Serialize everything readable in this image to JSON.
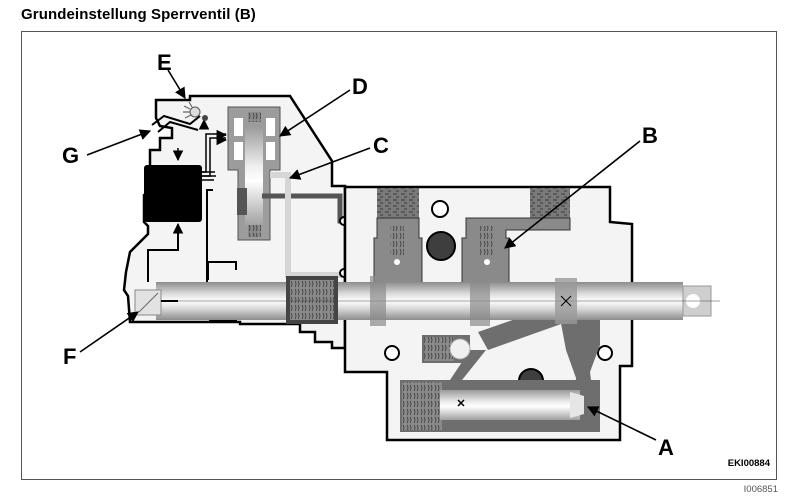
{
  "title": "Grundeinstellung Sperrventil (B)",
  "labels": {
    "A": "A",
    "B": "B",
    "C": "C",
    "D": "D",
    "E": "E",
    "F": "F",
    "G": "G"
  },
  "figure_code": "EKI00884",
  "image_id": "I006851",
  "colors": {
    "outline": "#000000",
    "dark_fill": "#6e6e6e",
    "mid_fill": "#9a9a9a",
    "light_fill": "#d7d7d7",
    "body_fill": "#f3f3f3",
    "solid_black": "#000000"
  }
}
